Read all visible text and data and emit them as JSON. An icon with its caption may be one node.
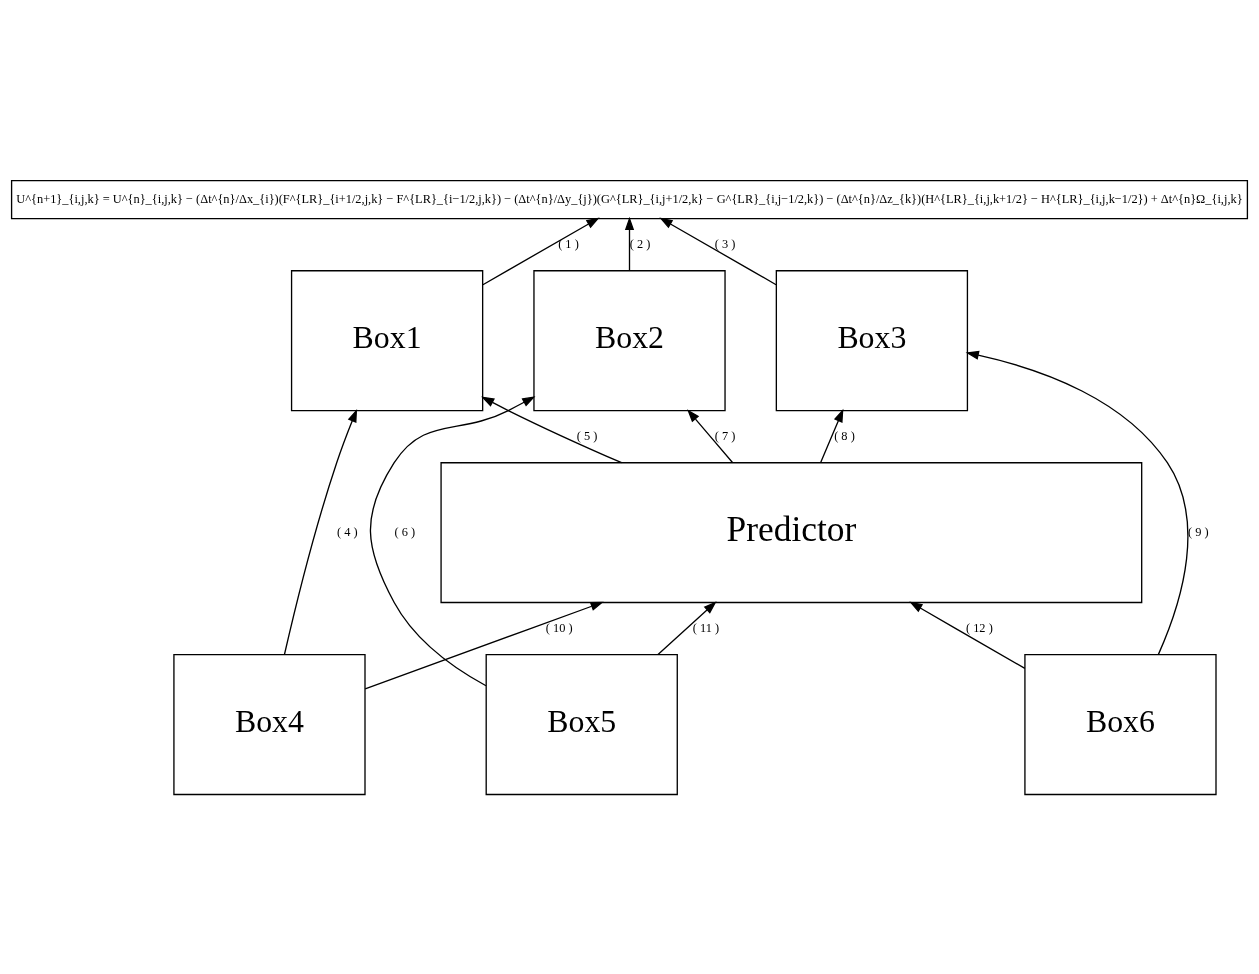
{
  "diagram": {
    "nodes": [
      {
        "text": [
          "U^{n+1}_{i,j,k} = U^{n}_{i,j,k} − (Δt^{n}/Δx_{i})(F^{LR}_{i+1/2,j,k} − F^{LR}_{i−1/2,j,k}) − (Δt^{n}/Δy_{j})(G^{LR}_{i,j+1/2,k} − G^{LR}_{i,j−1/2,k}) − (Δt^{n}/Δz_{k})(H^{LR}_{i,j,k+1/2} − H^{LR}_{i,j,k−1/2}) + Δt^{n}Ω_{i,j,k}"
        ]
      },
      {
        "text": [
          "Box1"
        ]
      },
      {
        "text": [
          "Box2"
        ]
      },
      {
        "text": [
          "Box3"
        ]
      },
      {
        "text": [
          "Predictor"
        ]
      },
      {
        "text": [
          "Box4"
        ]
      },
      {
        "text": [
          "Box5"
        ]
      },
      {
        "text": [
          "Box6"
        ]
      }
    ],
    "edges": [
      {
        "from": 1,
        "to": 0,
        "arrow": "to",
        "label": "( 1 )"
      },
      {
        "from": 2,
        "to": 0,
        "arrow": "to",
        "label": "( 2 )"
      },
      {
        "from": 3,
        "to": 0,
        "arrow": "to",
        "label": "( 3 )"
      },
      {
        "from": 5,
        "to": 1,
        "arrow": "to",
        "label": "( 4 )"
      },
      {
        "from": 4,
        "to": 1,
        "arrow": "to",
        "label": "( 5 )"
      },
      {
        "from": 6,
        "to": 2,
        "arrow": "to",
        "label": "( 6 )"
      },
      {
        "from": 4,
        "to": 2,
        "arrow": "to",
        "label": "( 7 )"
      },
      {
        "from": 4,
        "to": 3,
        "arrow": "to",
        "label": "( 8 )"
      },
      {
        "from": 7,
        "to": 3,
        "arrow": "to",
        "label": "( 9 )"
      },
      {
        "from": 5,
        "to": 4,
        "arrow": "to",
        "label": "( 10 )"
      },
      {
        "from": 6,
        "to": 4,
        "arrow": "to",
        "label": "( 11 )"
      },
      {
        "from": 7,
        "to": 4,
        "arrow": "to",
        "label": "( 12 )"
      }
    ]
  }
}
